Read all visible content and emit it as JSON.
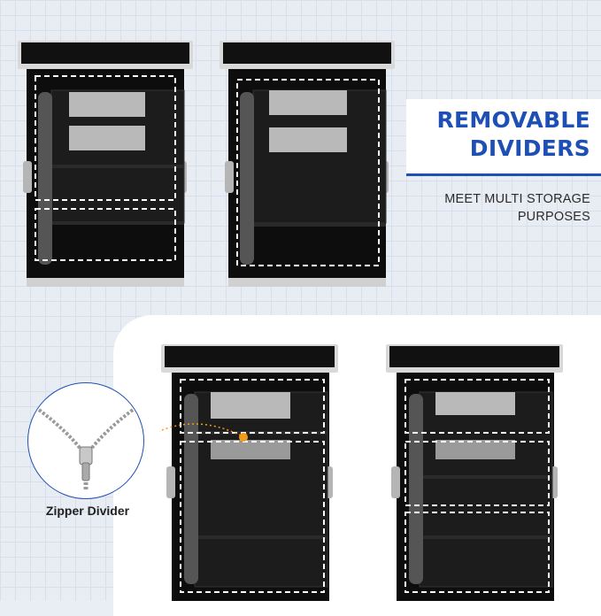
{
  "banner": {
    "line1": "REMOVABLE",
    "line2": "DIVIDERS"
  },
  "subtitle": {
    "line1": "MEET MULTI STORAGE",
    "line2": "PURPOSES"
  },
  "zipper": {
    "label": "Zipper Divider",
    "icon": "zipper-icon"
  },
  "colors": {
    "accent": "#1e4fb4",
    "highlight": "#f29a1a",
    "cabinet": "#0f0f0f",
    "mesh": "#b9b9b9"
  }
}
